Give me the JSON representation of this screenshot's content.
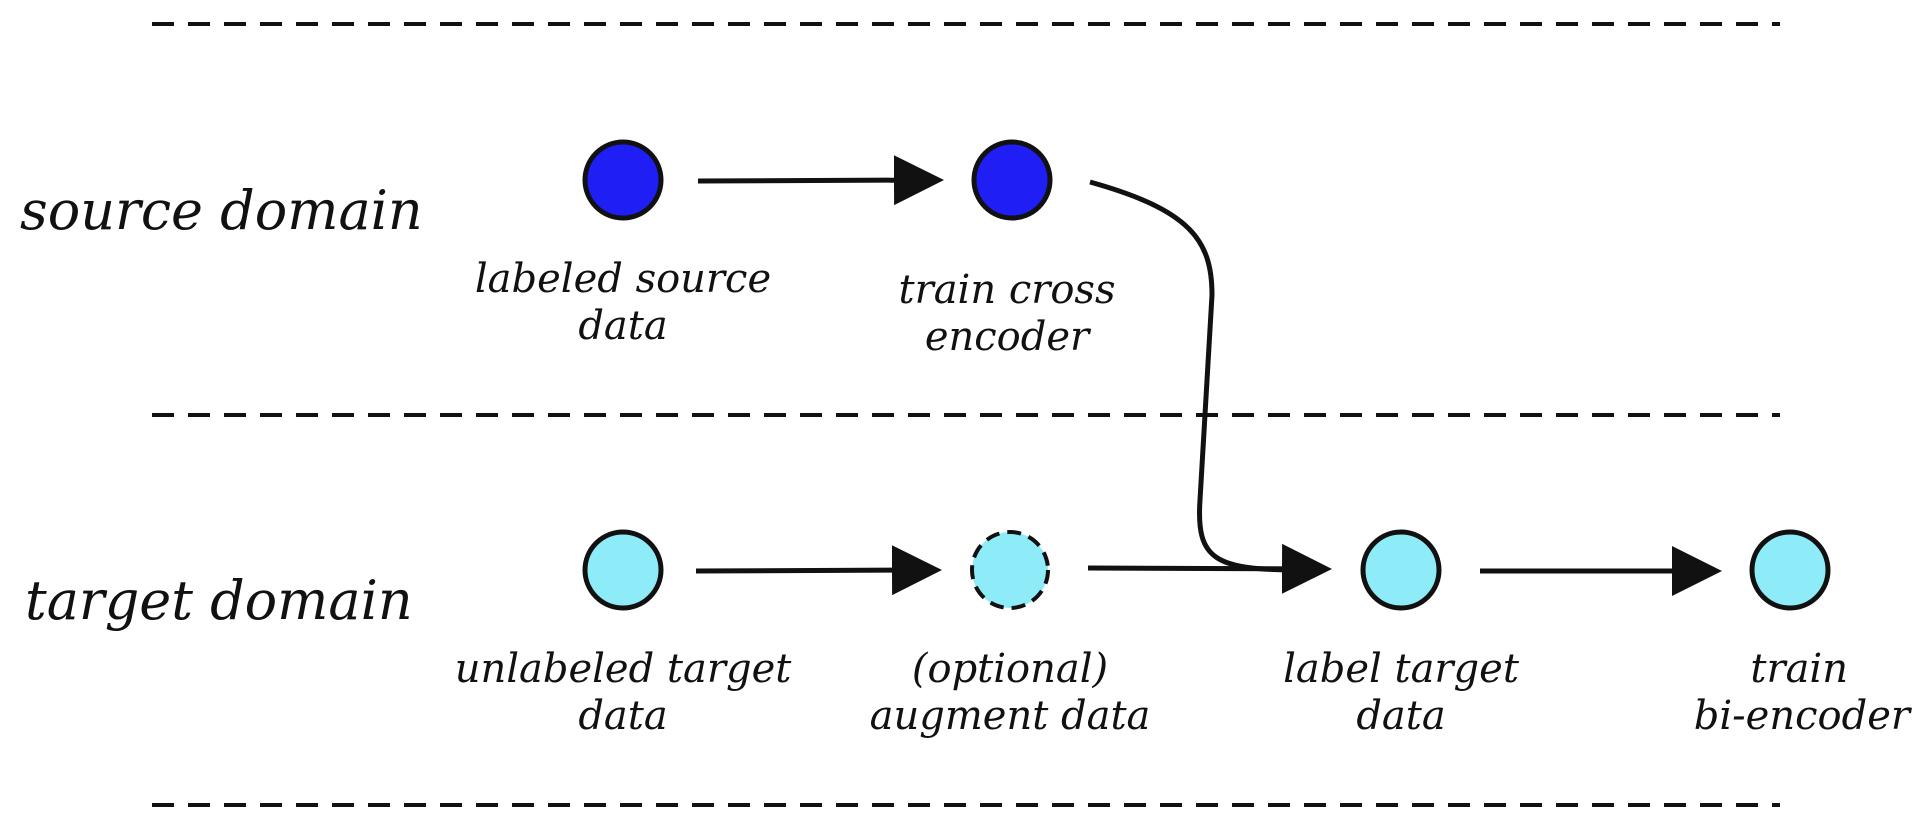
{
  "lanes": {
    "source": {
      "label": "source domain"
    },
    "target": {
      "label": "target domain"
    }
  },
  "nodes": {
    "labeled_source": {
      "lines": [
        "labeled source",
        "data"
      ],
      "fill": "#1e1ef5"
    },
    "train_cross": {
      "lines": [
        "train cross",
        "encoder"
      ],
      "fill": "#1e1ef5"
    },
    "unlabeled_target": {
      "lines": [
        "unlabeled target",
        "data"
      ],
      "fill": "#8eecf8"
    },
    "augment": {
      "lines": [
        "(optional)",
        "augment data"
      ],
      "fill": "#8eecf8",
      "optional": true
    },
    "label_target": {
      "lines": [
        "label target",
        "data"
      ],
      "fill": "#8eecf8"
    },
    "train_bi": {
      "lines": [
        "train",
        "bi-encoder"
      ],
      "fill": "#8eecf8"
    }
  },
  "colors": {
    "stroke": "#111111",
    "source_fill": "#1e1ef5",
    "target_fill": "#8eecf8"
  }
}
